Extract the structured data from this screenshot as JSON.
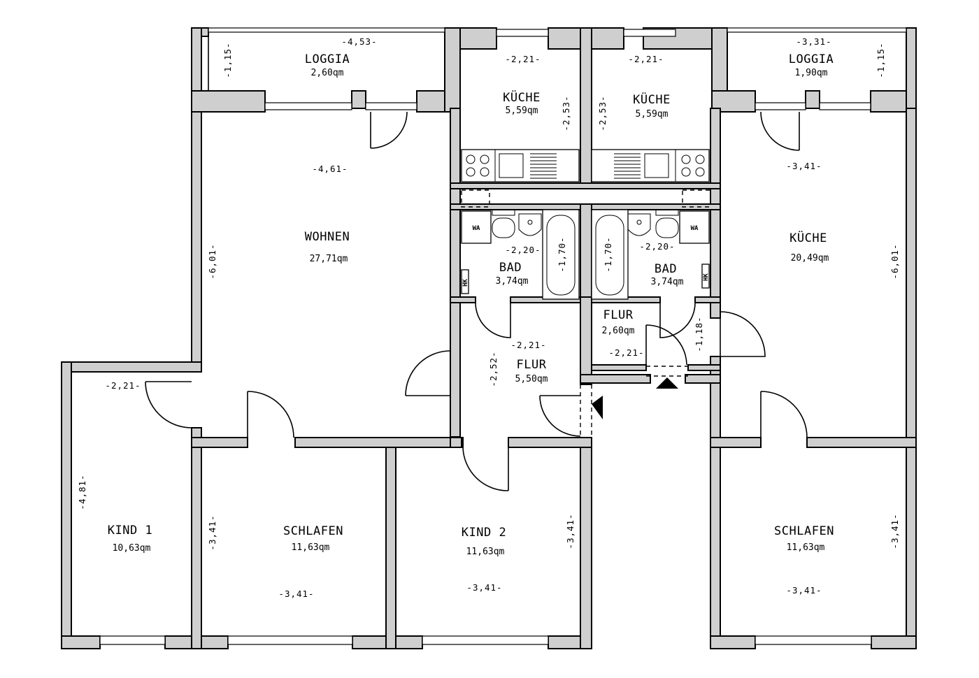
{
  "rooms": {
    "loggia_left": {
      "name": "LOGGIA",
      "area": "2,60qm"
    },
    "loggia_right": {
      "name": "LOGGIA",
      "area": "1,90qm"
    },
    "kueche_left": {
      "name": "KÜCHE",
      "area": "5,59qm"
    },
    "kueche_right": {
      "name": "KÜCHE",
      "area": "5,59qm"
    },
    "wohnen": {
      "name": "WOHNEN",
      "area": "27,71qm"
    },
    "kueche_large": {
      "name": "KÜCHE",
      "area": "20,49qm"
    },
    "bad_left": {
      "name": "BAD",
      "area": "3,74qm"
    },
    "bad_right": {
      "name": "BAD",
      "area": "3,74qm"
    },
    "flur_left": {
      "name": "FLUR",
      "area": "5,50qm"
    },
    "flur_right": {
      "name": "FLUR",
      "area": "2,60qm"
    },
    "kind1": {
      "name": "KIND 1",
      "area": "10,63qm"
    },
    "schlafen_left": {
      "name": "SCHLAFEN",
      "area": "11,63qm"
    },
    "kind2": {
      "name": "KIND 2",
      "area": "11,63qm"
    },
    "schlafen_right": {
      "name": "SCHLAFEN",
      "area": "11,63qm"
    }
  },
  "dimensions": {
    "loggia_left_w": "-4,53-",
    "loggia_left_d": "-1,15-",
    "loggia_right_w": "-3,31-",
    "loggia_right_d": "-1,15-",
    "kueche_left_w": "-2,21-",
    "kueche_left_d": "-2,53-",
    "kueche_right_w": "-2,21-",
    "kueche_right_d": "-2,53-",
    "wohnen_w": "-4,61-",
    "wohnen_d": "-6,01-",
    "kueche_large_w": "-3,41-",
    "kueche_large_d": "-6,01-",
    "bad_left_w": "-2,20-",
    "bad_left_tub": "-1,70-",
    "bad_right_w": "-2,20-",
    "bad_right_tub": "-1,70-",
    "flur_left_w": "-2,21-",
    "flur_left_d": "-2,52-",
    "flur_right_w": "-2,21-",
    "flur_right_d": "-1,18-",
    "kind1_w": "-2,21-",
    "kind1_d": "-4,81-",
    "schlafen_left_w": "-3,41-",
    "schlafen_left_d": "-3,41-",
    "kind2_w": "-3,41-",
    "kind2_d": "-3,41-",
    "schlafen_right_w": "-3,41-",
    "schlafen_right_d": "-3,41-"
  },
  "fixtures": {
    "washbasin_label": "WA",
    "heater_label": "HK"
  }
}
